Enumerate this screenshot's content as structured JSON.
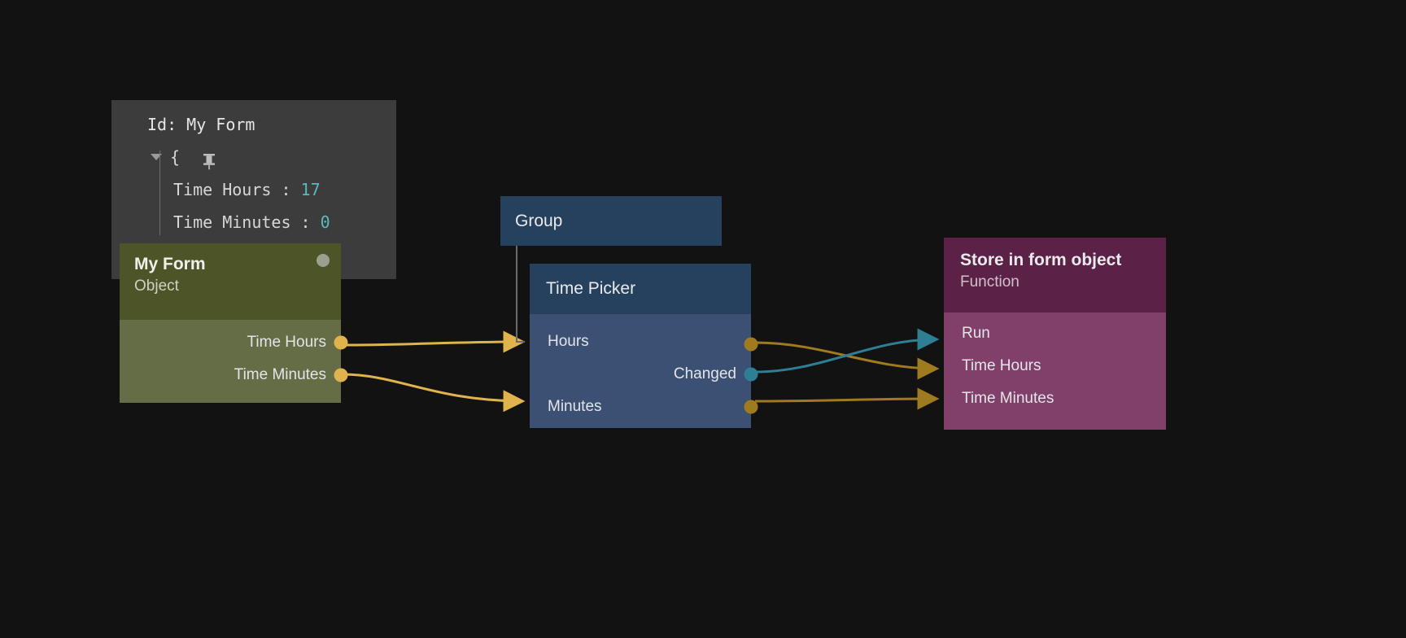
{
  "app": {
    "canvas_background": "#121212"
  },
  "inspector": {
    "pin_icon": "pin-icon",
    "title": "Id: My Form",
    "open_brace": "{",
    "close_brace": "}",
    "entries": [
      {
        "key": "Time Hours :",
        "value": "17"
      },
      {
        "key": "Time Minutes :",
        "value": "0"
      }
    ]
  },
  "nodes": [
    {
      "id": "myform",
      "title": "My Form",
      "subtitle": "Object",
      "header_color": "#4d5428",
      "body_color": "#646d45",
      "status_dot_color": "#9aa08d",
      "outputs": [
        {
          "label": "Time Hours",
          "port_color": "#e0b34d"
        },
        {
          "label": "Time Minutes",
          "port_color": "#e0b34d"
        }
      ],
      "inputs": []
    },
    {
      "id": "group",
      "title": "Group",
      "header_color": "#26415e",
      "inputs": [],
      "outputs": []
    },
    {
      "id": "timepicker",
      "title": "Time Picker",
      "header_color": "#26415e",
      "body_color": "#3b5072",
      "inputs": [
        {
          "label": "Hours"
        },
        {
          "label": "Minutes"
        }
      ],
      "outputs": [
        {
          "label": "",
          "port_color": "#a07a1e"
        },
        {
          "label": "Changed",
          "port_color": "#2e7f93"
        },
        {
          "label": "",
          "port_color": "#a07a1e"
        }
      ]
    },
    {
      "id": "store",
      "title": "Store in form object",
      "subtitle": "Function",
      "header_color": "#5c2147",
      "body_color": "#80406a",
      "inputs": [
        {
          "label": "Run"
        },
        {
          "label": "Time Hours"
        },
        {
          "label": "Time Minutes"
        }
      ],
      "outputs": []
    }
  ],
  "connections": [
    {
      "from": "myform.Time Hours",
      "to": "timepicker.Hours",
      "color": "#e0b34d"
    },
    {
      "from": "myform.Time Minutes",
      "to": "timepicker.Minutes",
      "color": "#e0b34d"
    },
    {
      "from": "timepicker.out1",
      "to": "store.Time Hours",
      "color": "#a07a1e"
    },
    {
      "from": "timepicker.Changed",
      "to": "store.Run",
      "color": "#2e7f93"
    },
    {
      "from": "timepicker.out3",
      "to": "store.Time Minutes",
      "color": "#a07a1e"
    }
  ]
}
